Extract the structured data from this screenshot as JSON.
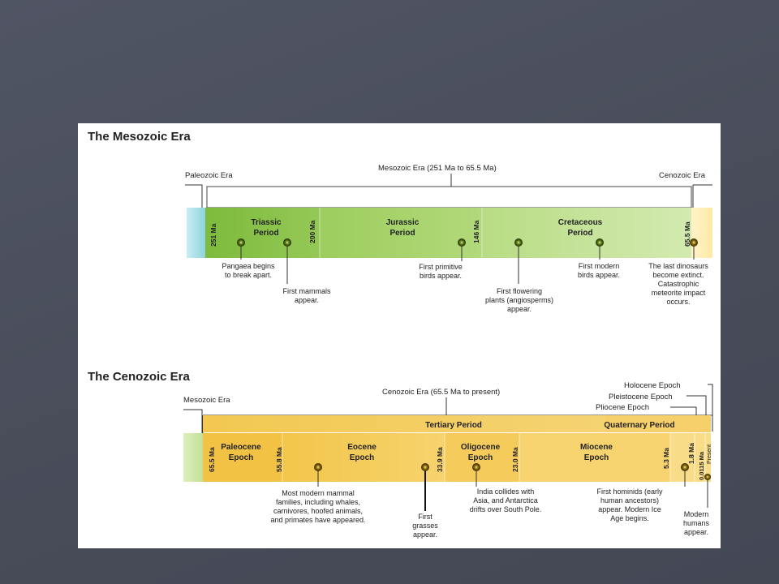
{
  "mesozoic": {
    "title": "The Mesozoic Era",
    "era_labels": {
      "left": "Paleozoic Era",
      "center": "Mesozoic Era (251 Ma to 65.5 Ma)",
      "right": "Cenozoic Era"
    },
    "periods": [
      {
        "name": [
          "Triassic",
          "Period"
        ],
        "color": "#8ec44b"
      },
      {
        "name": [
          "Jurassic",
          "Period"
        ],
        "color": "#a8d36a"
      },
      {
        "name": [
          "Cretaceous",
          "Period"
        ],
        "color": "#c3e290"
      }
    ],
    "ticks": [
      "251 Ma",
      "200 Ma",
      "146 Ma",
      "65.5 Ma"
    ],
    "events": [
      {
        "lines": [
          "Pangaea begins",
          "to break apart."
        ]
      },
      {
        "lines": [
          "First mammals",
          "appear."
        ]
      },
      {
        "lines": [
          "First primitive",
          "birds appear."
        ]
      },
      {
        "lines": [
          "First flowering",
          "plants (angiosperms)",
          "appear."
        ]
      },
      {
        "lines": [
          "First modern",
          "birds appear."
        ]
      },
      {
        "lines": [
          "The last dinosaurs",
          "become extinct.",
          "Catastrophic",
          "meteorite impact",
          "occurs."
        ]
      }
    ]
  },
  "cenozoic": {
    "title": "The Cenozoic Era",
    "era_labels": {
      "left": "Mesozoic Era",
      "center": "Cenozoic Era (65.5 Ma to present)"
    },
    "top_periods": [
      "Tertiary Period",
      "Quaternary Period"
    ],
    "epoch_callouts": [
      "Holocene Epoch",
      "Pleistocene Epoch",
      "Pliocene Epoch"
    ],
    "epochs": [
      {
        "name": [
          "Paleocene",
          "Epoch"
        ]
      },
      {
        "name": [
          "Eocene",
          "Epoch"
        ]
      },
      {
        "name": [
          "Oligocene",
          "Epoch"
        ]
      },
      {
        "name": [
          "Miocene",
          "Epoch"
        ]
      }
    ],
    "ticks": [
      "65.5 Ma",
      "55.8 Ma",
      "33.9 Ma",
      "23.0 Ma",
      "5.3 Ma",
      "1.8 Ma",
      "0.0115 Ma",
      "Present"
    ],
    "events": [
      {
        "lines": [
          "Most modern mammal",
          "families, including whales,",
          "carnivores, hoofed animals,",
          "and primates have appeared."
        ]
      },
      {
        "lines": [
          "First",
          "grasses",
          "appear."
        ]
      },
      {
        "lines": [
          "India collides with",
          "Asia, and Antarctica",
          "drifts over South Pole."
        ]
      },
      {
        "lines": [
          "First hominids (early",
          "human ancestors)",
          "appear. Modern Ice",
          "Age begins."
        ]
      },
      {
        "lines": [
          "Modern",
          "humans",
          "appear."
        ]
      }
    ]
  }
}
